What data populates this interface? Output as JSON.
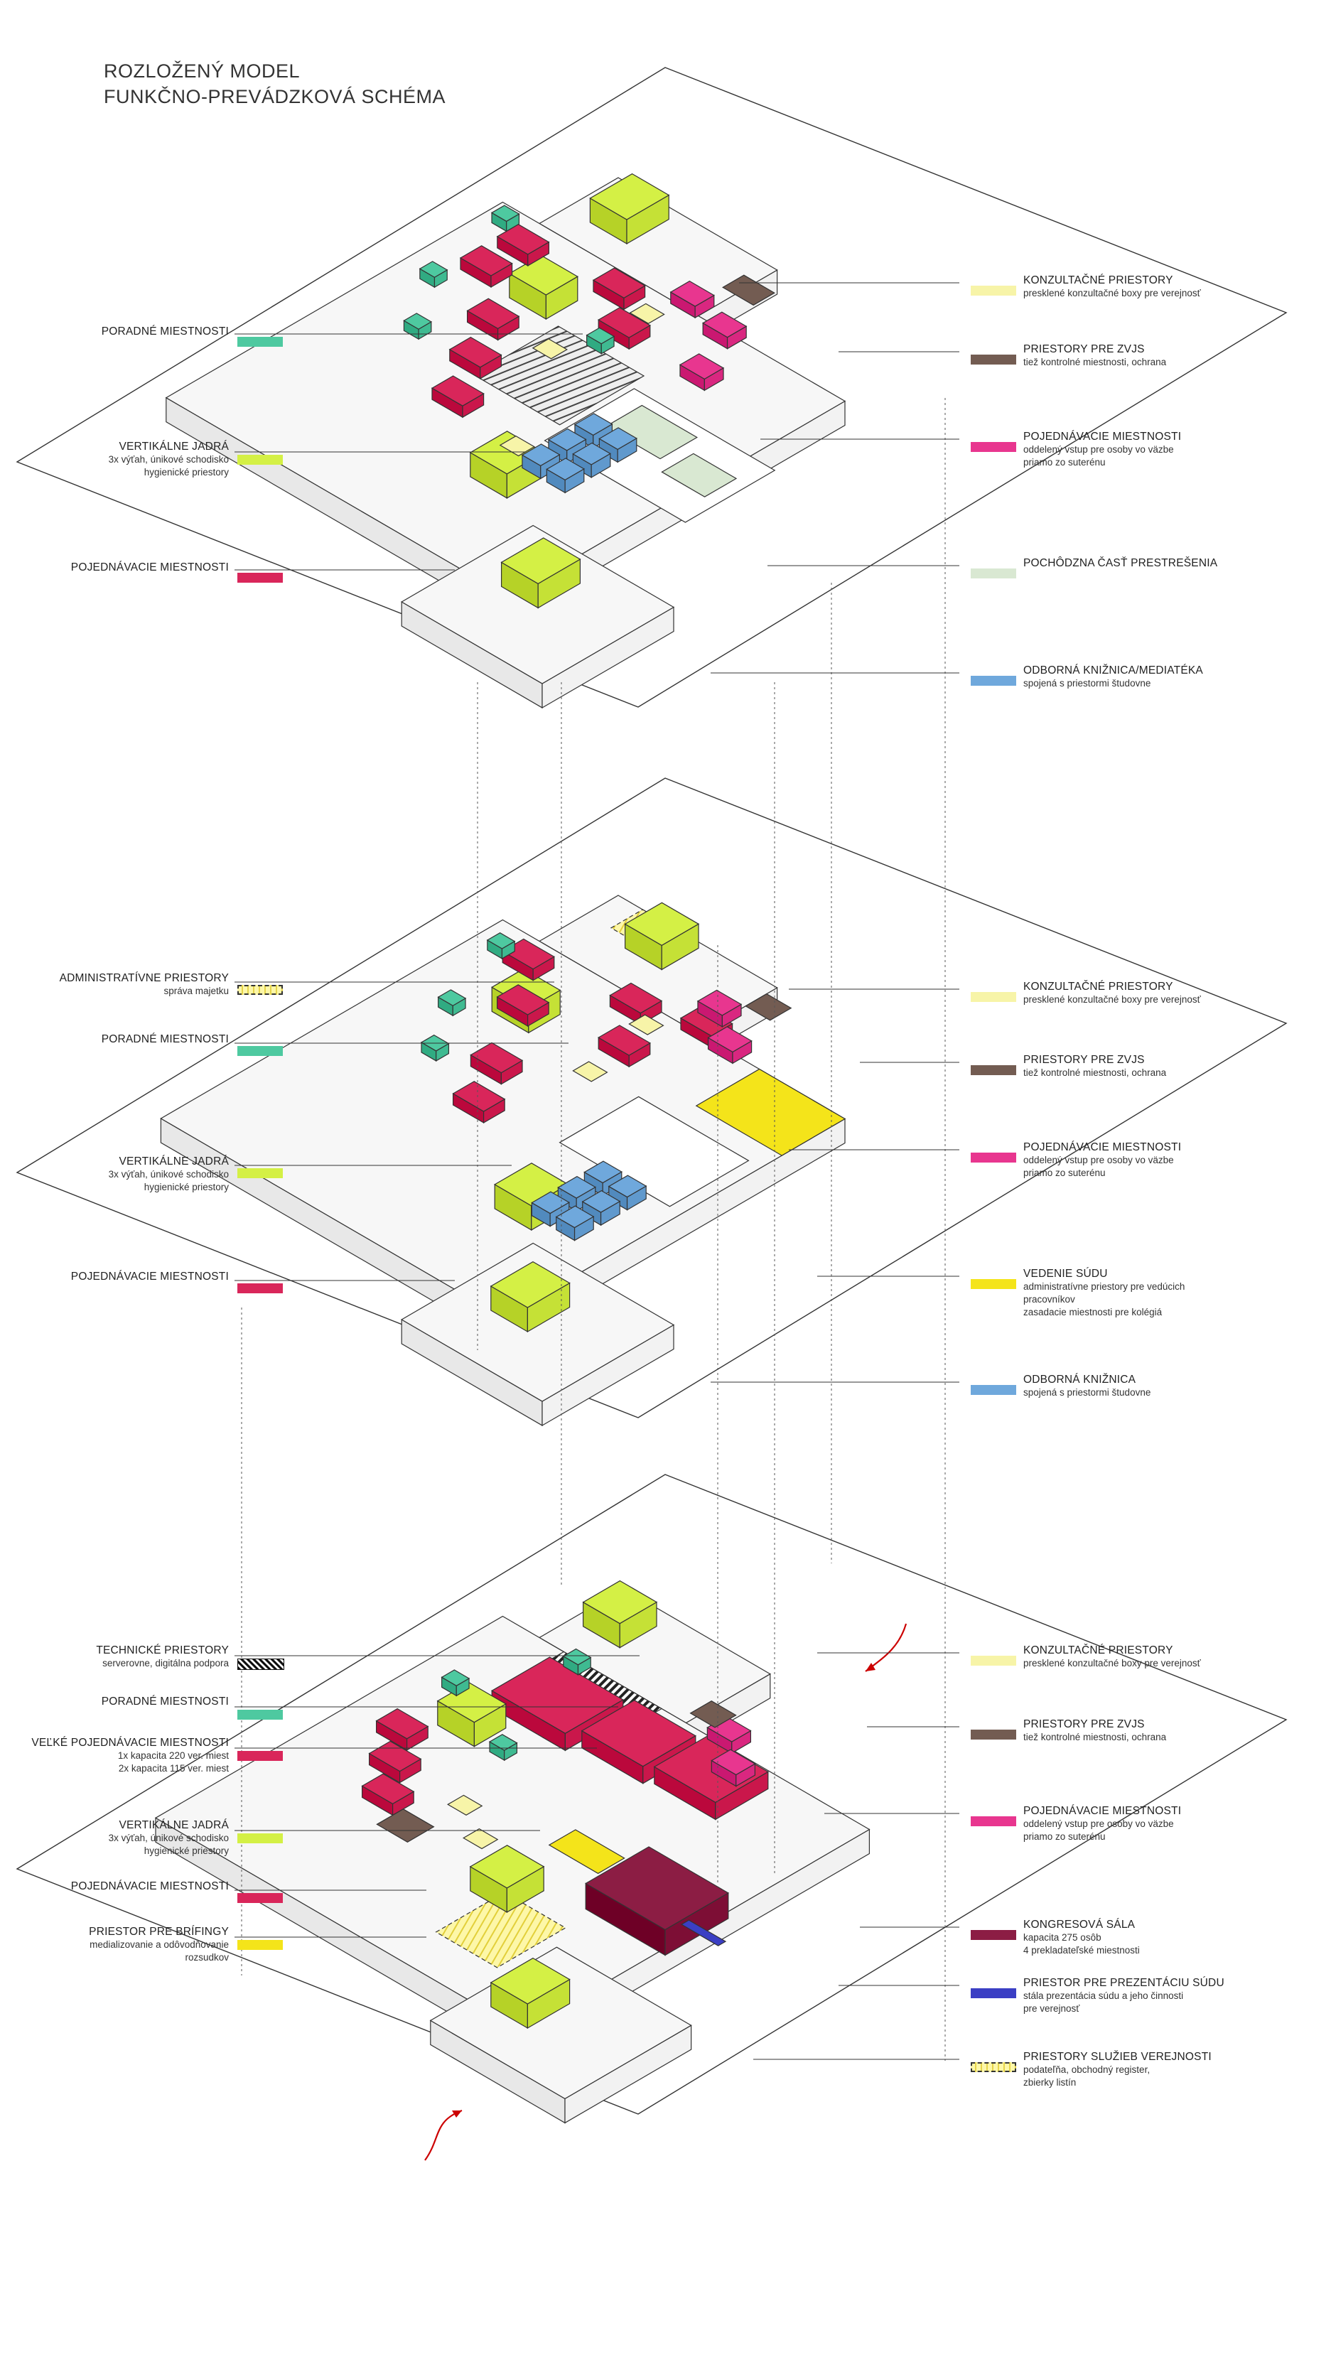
{
  "title": {
    "line1": "ROZLOŽENÝ MODEL",
    "line2": "FUNKČNO-PREVÁDZKOVÁ SCHÉMA"
  },
  "colors": {
    "consult": "#f7f4a8",
    "zvjs": "#735c52",
    "hearing": "#e8368f",
    "walkable": "#d9e8d2",
    "library": "#6fa8dc",
    "advisory": "#4ec9a0",
    "core": "#d4f045",
    "hearing_left": "#d9265a",
    "admin": "#fdf7a8",
    "leadership": "#f4e41a",
    "technical": "#222222",
    "large_hearing": "#d9265a",
    "briefing": "#f4e41a",
    "congress": "#8c1d44",
    "presentation": "#3b3fc4",
    "public_services": "#fdf7a8"
  },
  "levels": {
    "top": {
      "left": [
        {
          "title": "PORADNÉ MIESTNOSTI",
          "subtitle": "",
          "color_key": "advisory"
        },
        {
          "title": "VERTIKÁLNE JADRÁ",
          "subtitle": "3x výťah, únikové schodisko\nhygienické priestory",
          "color_key": "core"
        },
        {
          "title": "POJEDNÁVACIE MIESTNOSTI",
          "subtitle": "",
          "color_key": "hearing_left"
        }
      ],
      "right": [
        {
          "title": "KONZULTAČNÉ PRIESTORY",
          "subtitle": "presklené konzultačné boxy pre verejnosť",
          "color_key": "consult"
        },
        {
          "title": "PRIESTORY PRE ZVJS",
          "subtitle": "tiež kontrolné miestnosti, ochrana",
          "color_key": "zvjs"
        },
        {
          "title": "POJEDNÁVACIE MIESTNOSTI",
          "subtitle": "oddelený vstup pre osoby vo väzbe\npriamo zo suterénu",
          "color_key": "hearing"
        },
        {
          "title": "POCHÔDZNA ČASŤ PRESTREŠENIA",
          "subtitle": "",
          "color_key": "walkable"
        },
        {
          "title": "ODBORNÁ KNIŽNICA/MEDIATÉKA",
          "subtitle": "spojená s priestormi študovne",
          "color_key": "library"
        }
      ]
    },
    "middle": {
      "left": [
        {
          "title": "ADMINISTRATÍVNE PRIESTORY",
          "subtitle": "správa majetku",
          "color_key": "admin"
        },
        {
          "title": "PORADNÉ MIESTNOSTI",
          "subtitle": "",
          "color_key": "advisory"
        },
        {
          "title": "VERTIKÁLNE JADRÁ",
          "subtitle": "3x výťah, únikové schodisko\nhygienické priestory",
          "color_key": "core"
        },
        {
          "title": "POJEDNÁVACIE MIESTNOSTI",
          "subtitle": "",
          "color_key": "hearing_left"
        }
      ],
      "right": [
        {
          "title": "KONZULTAČNÉ PRIESTORY",
          "subtitle": "presklené konzultačné boxy pre verejnosť",
          "color_key": "consult"
        },
        {
          "title": "PRIESTORY PRE ZVJS",
          "subtitle": "tiež kontrolné miestnosti, ochrana",
          "color_key": "zvjs"
        },
        {
          "title": "POJEDNÁVACIE MIESTNOSTI",
          "subtitle": "oddelený vstup pre osoby vo väzbe\npriamo zo suterénu",
          "color_key": "hearing"
        },
        {
          "title": "VEDENIE SÚDU",
          "subtitle": "administratívne priestory pre vedúcich\npracovníkov\nzasadacie miestnosti pre kolégiá",
          "color_key": "leadership"
        },
        {
          "title": "ODBORNÁ KNIŽNICA",
          "subtitle": "spojená s priestormi študovne",
          "color_key": "library"
        }
      ]
    },
    "bottom": {
      "left": [
        {
          "title": "TECHNICKÉ PRIESTORY",
          "subtitle": "serverovne, digitálna podpora",
          "color_key": "technical"
        },
        {
          "title": "PORADNÉ MIESTNOSTI",
          "subtitle": "",
          "color_key": "advisory"
        },
        {
          "title": "VEĽKÉ POJEDNÁVACIE MIESTNOSTI",
          "subtitle": "1x kapacita 220 ver. miest\n2x kapacita 115 ver. miest",
          "color_key": "large_hearing"
        },
        {
          "title": "VERTIKÁLNE JADRÁ",
          "subtitle": "3x výťah, únikové schodisko\nhygienické priestory",
          "color_key": "core"
        },
        {
          "title": "POJEDNÁVACIE MIESTNOSTI",
          "subtitle": "",
          "color_key": "hearing_left"
        },
        {
          "title": "PRIESTOR PRE BRÍFINGY",
          "subtitle": "medializovanie a odôvodňovanie\nrozsudkov",
          "color_key": "briefing"
        }
      ],
      "right": [
        {
          "title": "KONZULTAČNÉ PRIESTORY",
          "subtitle": "presklené konzultačné boxy pre verejnosť",
          "color_key": "consult"
        },
        {
          "title": "PRIESTORY PRE ZVJS",
          "subtitle": "tiež kontrolné miestnosti, ochrana",
          "color_key": "zvjs"
        },
        {
          "title": "POJEDNÁVACIE MIESTNOSTI",
          "subtitle": "oddelený vstup pre osoby vo väzbe\npriamo zo suterénu",
          "color_key": "hearing"
        },
        {
          "title": "KONGRESOVÁ SÁLA",
          "subtitle": "kapacita 275 osôb\n4 prekladateľské miestnosti",
          "color_key": "congress"
        },
        {
          "title": "PRIESTOR PRE PREZENTÁCIU SÚDU",
          "subtitle": "stála prezentácia súdu a jeho činnosti\npre verejnosť",
          "color_key": "presentation"
        },
        {
          "title": "PRIESTORY SLUŽIEB VEREJNOSTI",
          "subtitle": "podateľňa, obchodný register,\nzbierky listín",
          "color_key": "public_services"
        }
      ]
    }
  }
}
